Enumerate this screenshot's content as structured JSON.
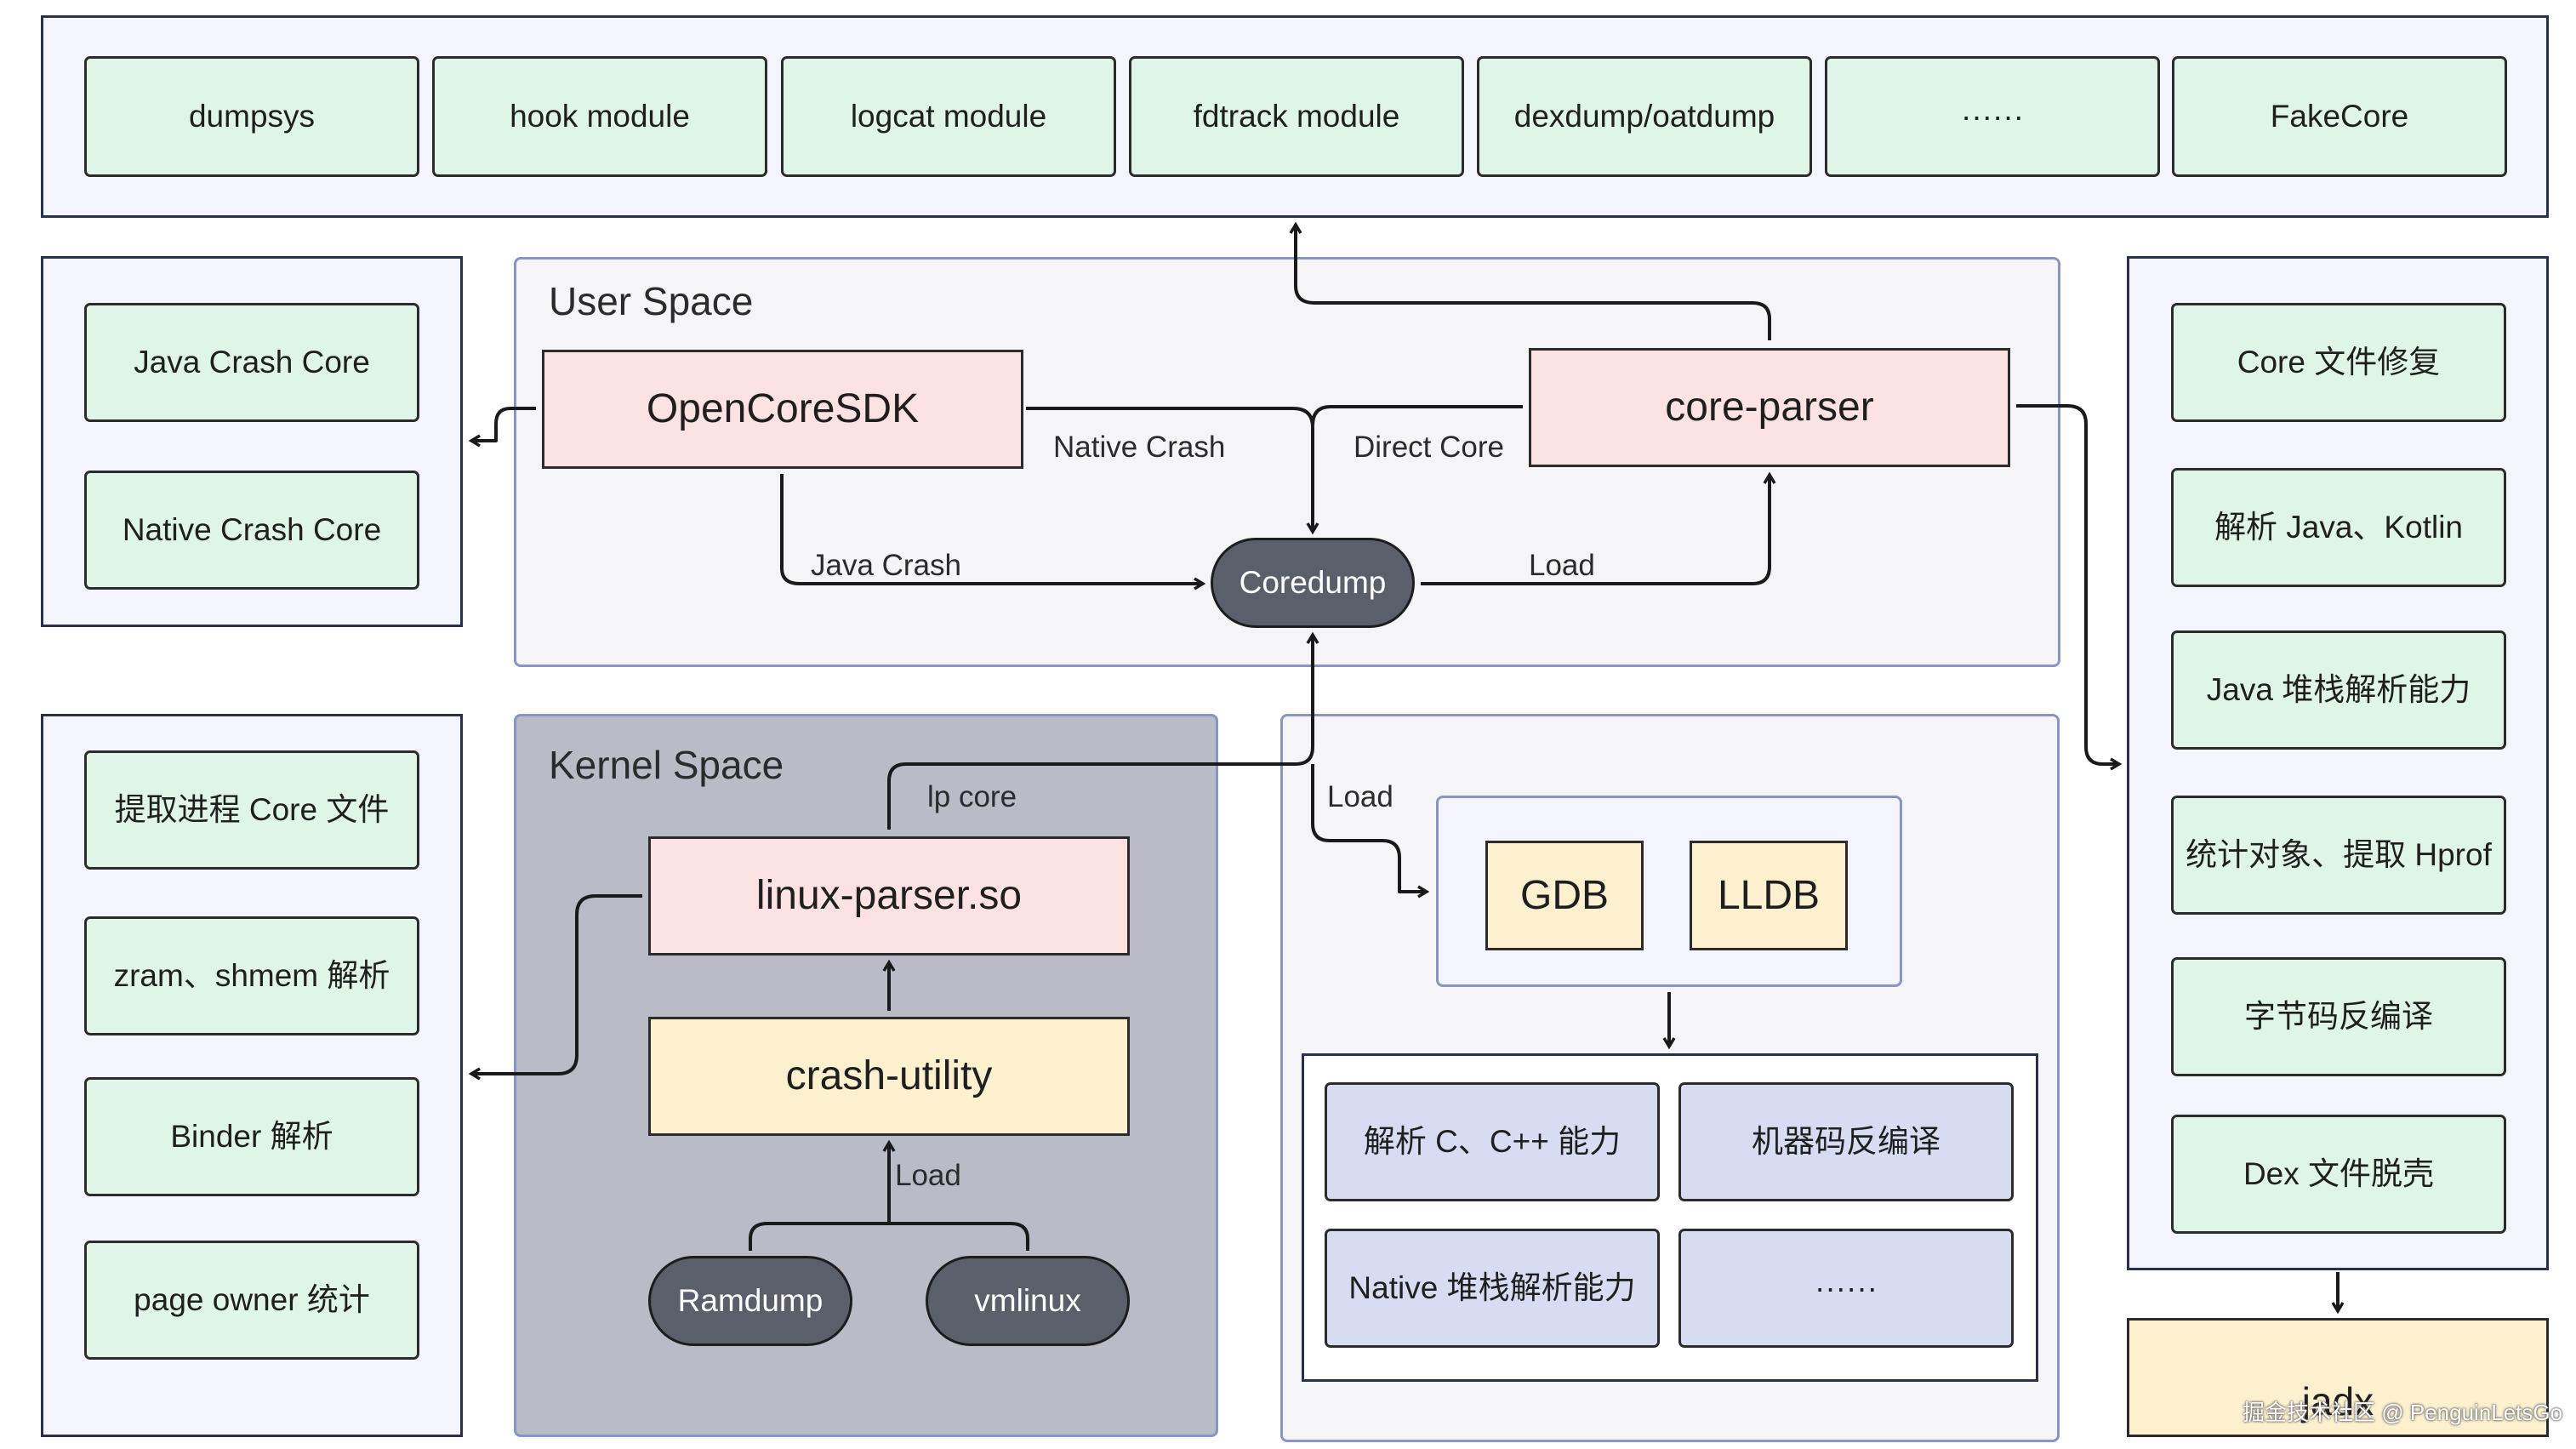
{
  "top_modules": [
    "dumpsys",
    "hook module",
    "logcat module",
    "fdtrack module",
    "dexdump/oatdump",
    "······",
    "FakeCore"
  ],
  "left_top": [
    "Java Crash Core",
    "Native Crash Core"
  ],
  "left_bottom": [
    "提取进程 Core 文件",
    "zram、shmem 解析",
    "Binder 解析",
    "page owner 统计"
  ],
  "right_items": [
    "Core 文件修复",
    "解析 Java、Kotlin",
    "Java 堆栈解析能力",
    "统计对象、提取 Hprof",
    "字节码反编译",
    "Dex 文件脱壳"
  ],
  "jadx": "jadx",
  "user_space": {
    "title": "User Space",
    "opencore": "OpenCoreSDK",
    "core_parser": "core-parser",
    "coredump": "Coredump",
    "native_crash": "Native Crash",
    "direct_core": "Direct Core",
    "java_crash": "Java Crash",
    "load": "Load"
  },
  "kernel_space": {
    "title": "Kernel Space",
    "lp_core": "lp core",
    "linux_parser": "linux-parser.so",
    "crash_utility": "crash-utility",
    "load": "Load",
    "ramdump": "Ramdump",
    "vmlinux": "vmlinux"
  },
  "debug": {
    "load": "Load",
    "gdb": "GDB",
    "lldb": "LLDB",
    "capabilities": [
      "解析 C、C++ 能力",
      "机器码反编译",
      "Native 堆栈解析能力",
      "······"
    ]
  },
  "watermark": "掘金技术社区 @ PenguinLetsGo"
}
